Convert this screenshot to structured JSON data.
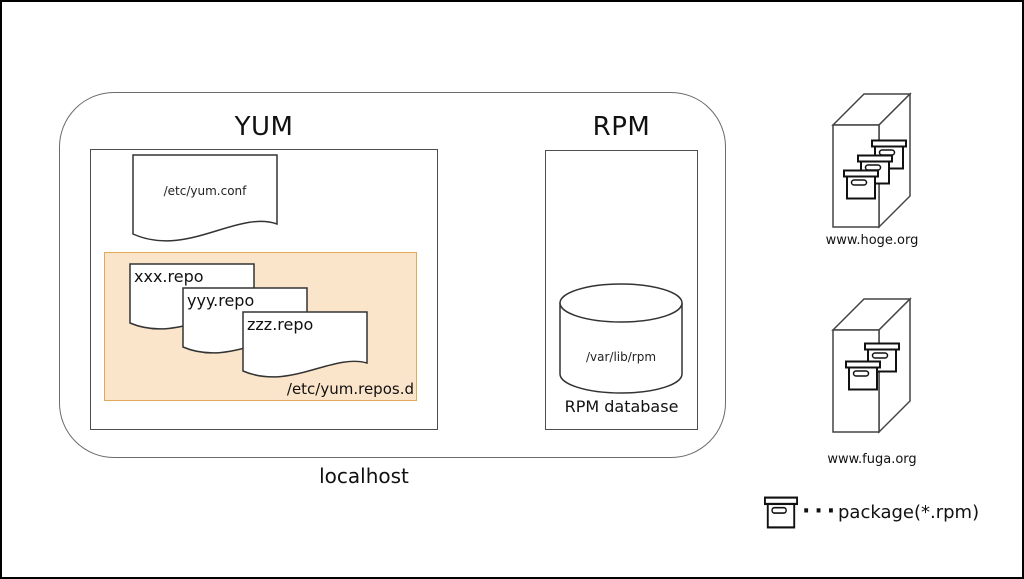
{
  "localhost": {
    "label": "localhost"
  },
  "yum": {
    "title": "YUM",
    "conf_file": "/etc/yum.conf",
    "repos_dir_label": "/etc/yum.repos.d",
    "repo_files": [
      "xxx.repo",
      "yyy.repo",
      "zzz.repo"
    ]
  },
  "rpm": {
    "title": "RPM",
    "db_path": "/var/lib/rpm",
    "db_label": "RPM database"
  },
  "remote_repos": [
    {
      "label": "www.hoge.org",
      "package_count": 3
    },
    {
      "label": "www.fuga.org",
      "package_count": 2
    }
  ],
  "legend": {
    "dots": "···",
    "label": "package(*.rpm)"
  },
  "colors": {
    "highlight_fill": "#FBE5CA",
    "highlight_border": "#E2A85B",
    "line": "#333333",
    "box_line": "#4d4d4d",
    "rounded_line": "#6b6b6b"
  }
}
